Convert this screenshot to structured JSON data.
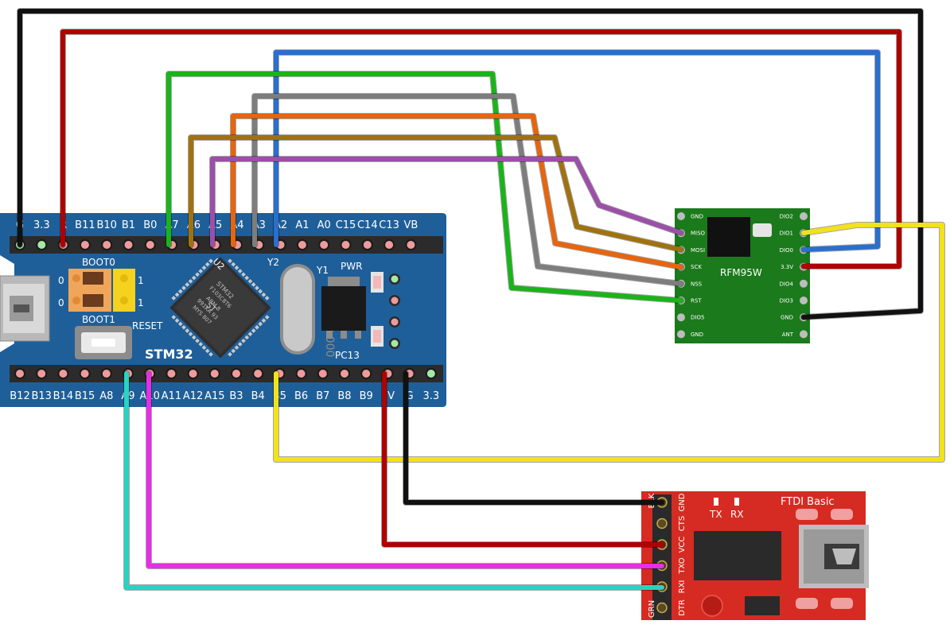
{
  "stm32": {
    "name": "STM32",
    "top_pins": [
      "G",
      "3.3",
      "R",
      "B11",
      "B10",
      "B1",
      "B0",
      "A7",
      "A6",
      "A5",
      "A4",
      "A3",
      "A2",
      "A1",
      "A0",
      "C15",
      "C14",
      "C13",
      "VB"
    ],
    "top_pin_labels": [
      "G",
      "3.3",
      "R",
      "B11",
      "B10",
      "B1",
      "B0",
      "A7",
      "A6",
      "A5",
      "A4",
      "A3",
      "A2",
      "A1",
      "A0",
      "C15",
      "C14",
      "C13",
      "VB"
    ],
    "bottom_pins": [
      "B12",
      "B13",
      "B14",
      "B15",
      "A8",
      "A9",
      "A10",
      "A11",
      "A12",
      "A15",
      "B3",
      "B4",
      "B5",
      "B6",
      "B7",
      "B8",
      "B9",
      "5V",
      "G",
      "3.3"
    ],
    "boot0": "BOOT0",
    "boot1": "BOOT1",
    "reset": "RESET",
    "u2": "U2",
    "y1": "Y1",
    "y2": "Y2",
    "pwr": "PWR",
    "pc13": "PC13",
    "crystal": "EAS8 000",
    "jumper_zero_a": "0",
    "jumper_zero_b": "0",
    "jumper_one_a": "1",
    "jumper_one_b": "1",
    "chip_text": [
      "STM32",
      "F103C8T6",
      "ARM 8",
      "991KA 93",
      "MYS 807"
    ]
  },
  "rfm": {
    "name": "RFM95W",
    "left_pins": [
      "GND",
      "MISO",
      "MOSI",
      "SCK",
      "NSS",
      "RST",
      "DIO5",
      "GND"
    ],
    "right_pins": [
      "DIO2",
      "DIO1",
      "DIO0",
      "3.3V",
      "DIO4",
      "DIO3",
      "GND",
      "ANT"
    ]
  },
  "ftdi": {
    "name": "FTDI Basic",
    "tx": "TX",
    "rx": "RX",
    "pins": [
      "GND",
      "CTS",
      "VCC",
      "TXO",
      "RXI",
      "DTR"
    ],
    "edge_labels": [
      "BLK",
      "GRN"
    ]
  },
  "colors": {
    "board_blue": "#1f5f99",
    "rfm_green": "#1b7a1b",
    "ftdi_red": "#d62b22",
    "wire_black": "#111111",
    "wire_red": "#b00000",
    "wire_blue": "#2a6fcc",
    "wire_green": "#19b419",
    "wire_gray": "#7d7d7d",
    "wire_orange": "#e6650e",
    "wire_brown": "#a0720f",
    "wire_purple": "#9c4fa8",
    "wire_yellow": "#f2e21a",
    "wire_magenta": "#e62ee6",
    "wire_cyan": "#29d3c3"
  }
}
